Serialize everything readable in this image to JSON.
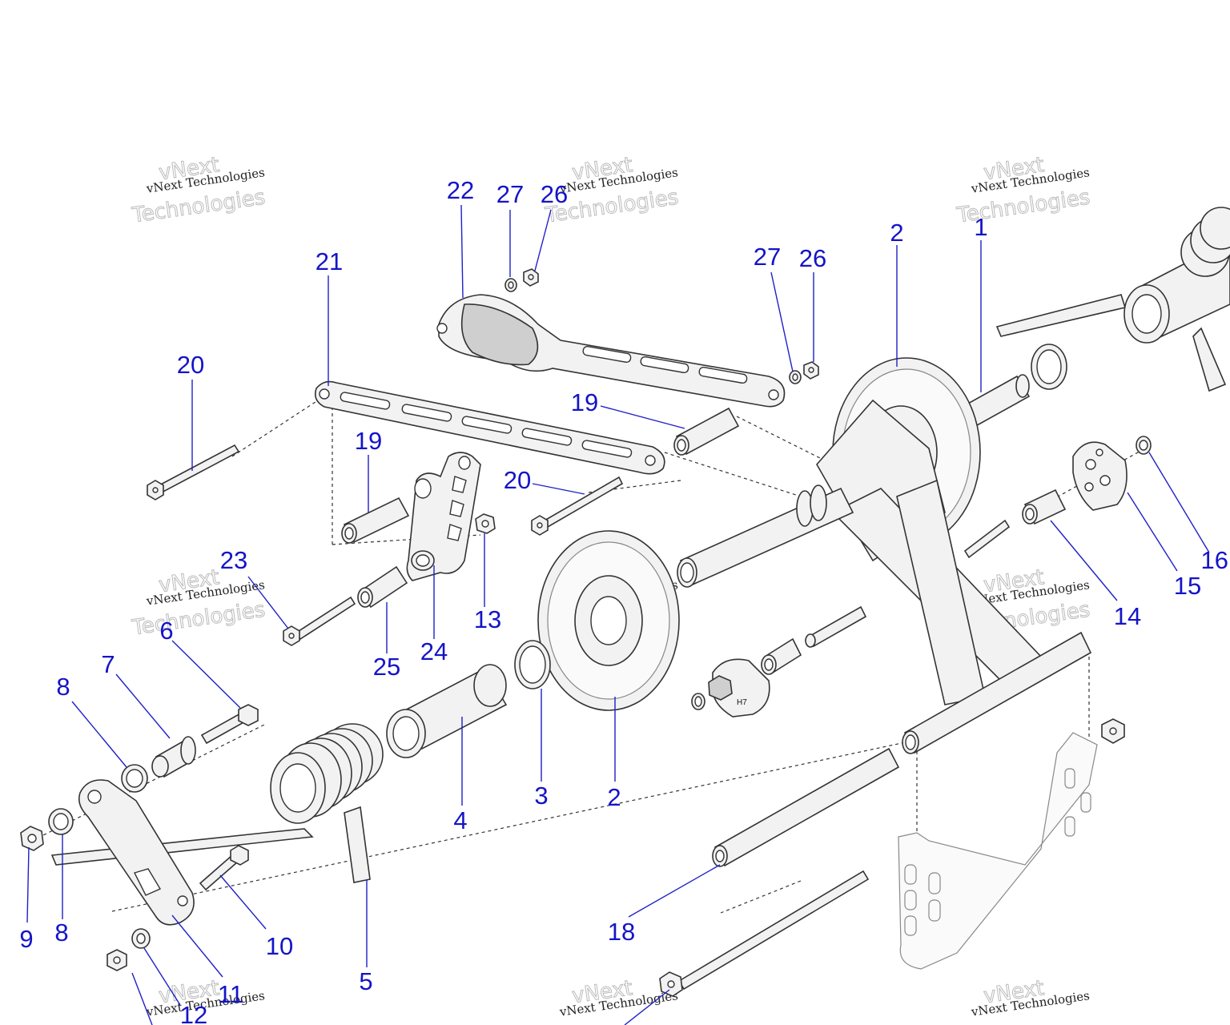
{
  "callouts": [
    {
      "id": "c-22",
      "text": "22"
    },
    {
      "id": "c-27a",
      "text": "27"
    },
    {
      "id": "c-26a",
      "text": "26"
    },
    {
      "id": "c-21",
      "text": "21"
    },
    {
      "id": "c-20a",
      "text": "20"
    },
    {
      "id": "c-27b",
      "text": "27"
    },
    {
      "id": "c-26b",
      "text": "26"
    },
    {
      "id": "c-2a",
      "text": "2"
    },
    {
      "id": "c-1",
      "text": "1"
    },
    {
      "id": "c-19a",
      "text": "19"
    },
    {
      "id": "c-19b",
      "text": "19"
    },
    {
      "id": "c-20b",
      "text": "20"
    },
    {
      "id": "c-23",
      "text": "23"
    },
    {
      "id": "c-13",
      "text": "13"
    },
    {
      "id": "c-24",
      "text": "24"
    },
    {
      "id": "c-25",
      "text": "25"
    },
    {
      "id": "c-6",
      "text": "6"
    },
    {
      "id": "c-7",
      "text": "7"
    },
    {
      "id": "c-8a",
      "text": "8"
    },
    {
      "id": "c-16",
      "text": "16"
    },
    {
      "id": "c-15",
      "text": "15"
    },
    {
      "id": "c-14",
      "text": "14"
    },
    {
      "id": "c-3",
      "text": "3"
    },
    {
      "id": "c-2b",
      "text": "2"
    },
    {
      "id": "c-4",
      "text": "4"
    },
    {
      "id": "c-9",
      "text": "9"
    },
    {
      "id": "c-8b",
      "text": "8"
    },
    {
      "id": "c-10",
      "text": "10"
    },
    {
      "id": "c-11",
      "text": "11"
    },
    {
      "id": "c-12",
      "text": "12"
    },
    {
      "id": "c-5",
      "text": "5"
    },
    {
      "id": "c-18",
      "text": "18"
    }
  ],
  "watermark": {
    "small": "vNext Technologies",
    "big_top": "vNext",
    "big_bottom": "Technologies"
  },
  "part_marking": "H7"
}
